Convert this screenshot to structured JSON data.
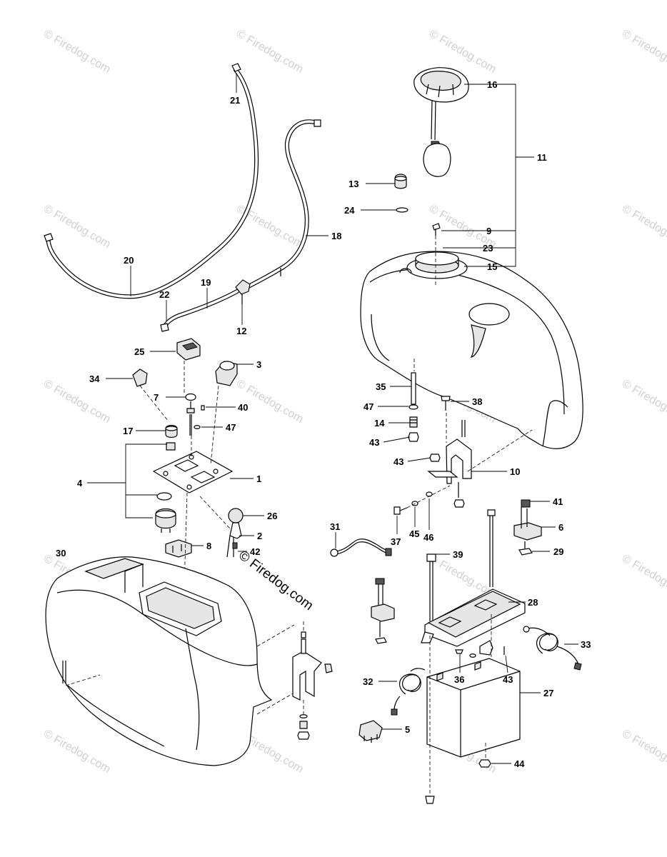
{
  "watermark": {
    "text": "© Firedog.com",
    "main_text": "© Firedog.com"
  },
  "callouts": {
    "c1": "1",
    "c2": "2",
    "c3": "3",
    "c4": "4",
    "c5": "5",
    "c6": "6",
    "c7": "7",
    "c8": "8",
    "c9": "9",
    "c10": "10",
    "c11": "11",
    "c12": "12",
    "c13": "13",
    "c14": "14",
    "c15": "15",
    "c16": "16",
    "c17": "17",
    "c18": "18",
    "c19": "19",
    "c20": "20",
    "c21": "21",
    "c22": "22",
    "c23": "23",
    "c24": "24",
    "c25": "25",
    "c26": "26",
    "c27": "27",
    "c28": "28",
    "c29": "29",
    "c30": "30",
    "c31": "31",
    "c32": "32",
    "c33": "33",
    "c34": "34",
    "c35": "35",
    "c36": "36",
    "c37": "37",
    "c38": "38",
    "c39": "39",
    "c40": "40",
    "c41": "41",
    "c42": "42",
    "c43a": "43",
    "c43b": "43",
    "c43c": "43",
    "c44": "44",
    "c45": "45",
    "c46": "46",
    "c47a": "47",
    "c47b": "47"
  },
  "colors": {
    "line": "#000000",
    "watermark": "#d0d0d0",
    "background": "#ffffff"
  }
}
